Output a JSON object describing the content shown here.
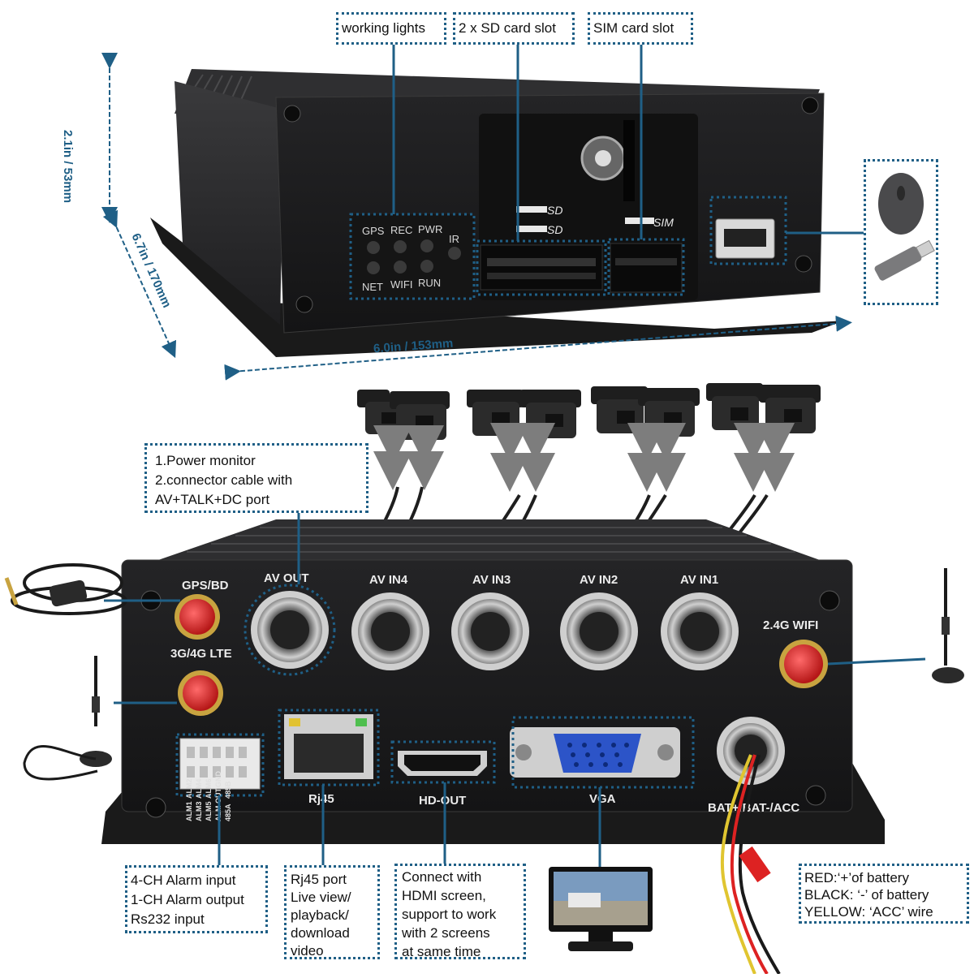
{
  "colors": {
    "callout_border": "#1f5f86",
    "leader_line": "#1f5f86",
    "device_body": "#2a2a2c",
    "device_face": "#1b1b1c",
    "antenna_red": "#d92b2b",
    "connector_blue": "#2c54c8"
  },
  "dimensions": {
    "height": "2.1in / 53mm",
    "depth": "6.7in / 170mm",
    "width": "6.0in / 153mm"
  },
  "top_callouts": {
    "working_lights": "working lights",
    "sd_slot": "2 x SD card slot",
    "sim_slot": "SIM card slot"
  },
  "front_panel": {
    "leds_top": [
      "GPS",
      "REC",
      "PWR",
      "IR"
    ],
    "leds_bottom": [
      "NET",
      "WIFI",
      "RUN"
    ],
    "sd_label_1": "SD",
    "sd_label_2": "SD",
    "sim_label": "SIM"
  },
  "power_callout": {
    "line1": "1.Power monitor",
    "line2": "2.connector cable with",
    "line3": "AV+TALK+DC port"
  },
  "rear_panel": {
    "gps_label": "GPS/BD",
    "lte_label": "3G/4G LTE",
    "av_out": "AV OUT",
    "av_in4": "AV IN4",
    "av_in3": "AV IN3",
    "av_in2": "AV IN2",
    "av_in1": "AV IN1",
    "wifi_label": "2.4G WIFI",
    "rj45_label": "Rj45",
    "hd_out_label": "HD-OUT",
    "vga_label": "VGA",
    "power_label": "BAT+/BAT-/ACC",
    "alarm_pins": [
      "ALM1",
      "ALM2",
      "ALM3",
      "ALM4",
      "ALM5",
      "ALM6",
      "ALM OUT",
      "GND",
      "485A",
      "485B"
    ]
  },
  "bottom_callouts": {
    "alarm": [
      "4-CH Alarm input",
      "1-CH Alarm output",
      "Rs232 input"
    ],
    "rj45": [
      "Rj45 port",
      "Live view/",
      "playback/",
      "download",
      "video"
    ],
    "hdmi": [
      "Connect with",
      "HDMI screen,",
      "support to work",
      "with 2 screens",
      "at same time"
    ],
    "wires": [
      "RED:‘+’of battery",
      "BLACK: ‘-’ of battery",
      "YELLOW: ‘ACC’ wire"
    ]
  }
}
